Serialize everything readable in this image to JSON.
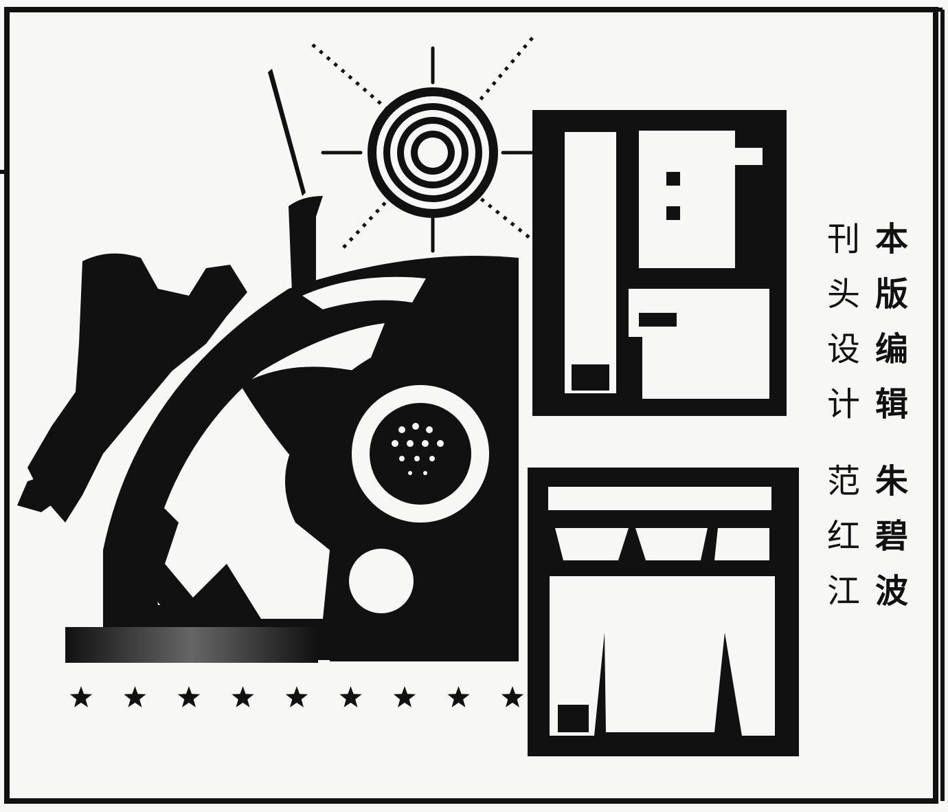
{
  "credits": {
    "editor_title": [
      "本",
      "版",
      "编",
      "辑"
    ],
    "editor_name": [
      "朱",
      "碧",
      "波"
    ],
    "masthead_title": [
      "刊",
      "头",
      "设",
      "计"
    ],
    "masthead_name": [
      "范",
      "红",
      "江"
    ]
  },
  "colors": {
    "ink": "#111111",
    "paper": "#f7f7f5"
  },
  "illustration": {
    "icons": [
      "sun-rings-icon",
      "globe-icon",
      "horse-rider-icon",
      "star-icon"
    ],
    "star_count": 9
  }
}
